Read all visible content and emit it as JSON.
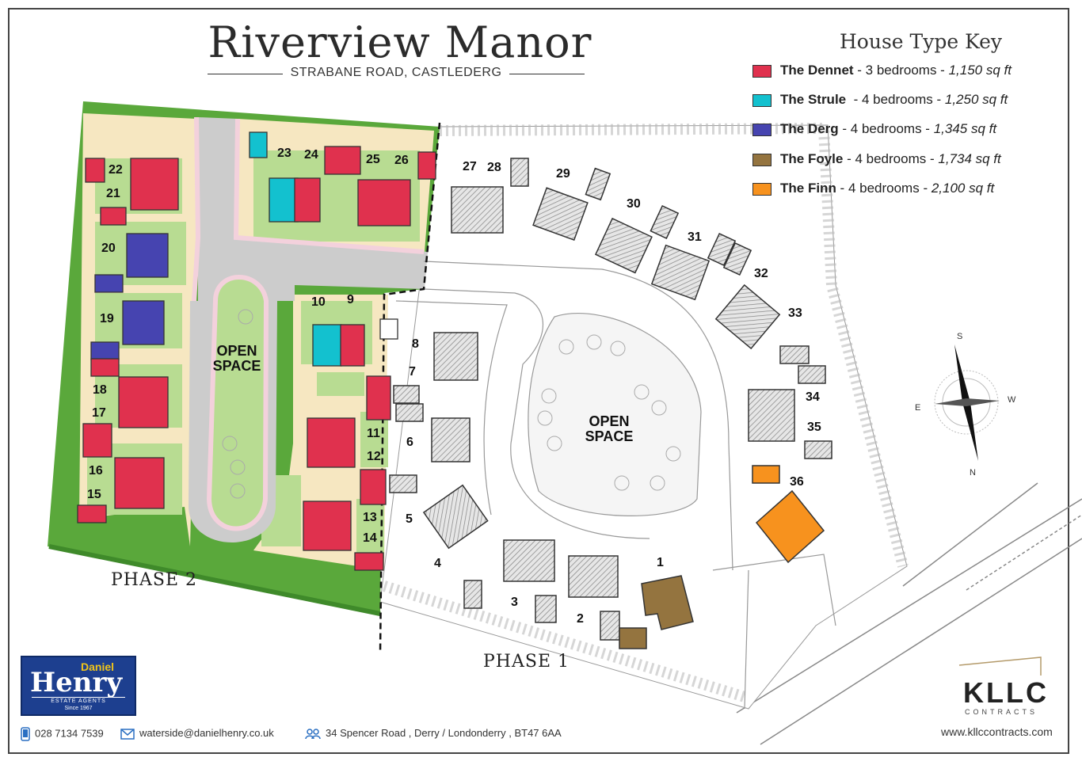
{
  "header": {
    "title": "Riverview Manor",
    "subtitle": "STRABANE ROAD, CASTLEDERG"
  },
  "key": {
    "title": "House Type Key",
    "items": [
      {
        "name": "The Dennet",
        "sep1": " - ",
        "beds": "3 bedrooms",
        "sep2": " - ",
        "area": "1,150 sq ft",
        "color": "#e0314e"
      },
      {
        "name": "The Strule",
        "sep1": "  - ",
        "beds": "4 bedrooms",
        "sep2": " - ",
        "area": "1,250 sq ft",
        "color": "#13c1cf"
      },
      {
        "name": "The Derg",
        "sep1": " - ",
        "beds": "4 bedrooms",
        "sep2": " - ",
        "area": "1,345 sq ft",
        "color": "#4644b0"
      },
      {
        "name": "The Foyle",
        "sep1": " - ",
        "beds": "4 bedrooms",
        "sep2": " - ",
        "area": "1,734 sq ft",
        "color": "#94743f"
      },
      {
        "name": "The Finn",
        "sep1": " - ",
        "beds": "4 bedrooms",
        "sep2": " - ",
        "area": "2,100 sq ft",
        "color": "#f7921e"
      }
    ]
  },
  "map": {
    "plot_numbers": [
      "1",
      "2",
      "3",
      "4",
      "5",
      "6",
      "7",
      "8",
      "9",
      "10",
      "11",
      "12",
      "13",
      "14",
      "15",
      "16",
      "17",
      "18",
      "19",
      "20",
      "21",
      "22",
      "23",
      "24",
      "25",
      "26",
      "27",
      "28",
      "29",
      "30",
      "31",
      "32",
      "33",
      "34",
      "35",
      "36"
    ],
    "open_space_label_1": "OPEN",
    "open_space_label_2": "SPACE",
    "phase_1": "PHASE 1",
    "phase_2": "PHASE 2",
    "compass": {
      "s": "S",
      "e": "E",
      "w": "W",
      "n": "N"
    },
    "colors": {
      "green_border": "#5aa83b",
      "lawn": "#b8dc92",
      "path": "#f3d1dc",
      "sand": "#f6e7c1",
      "road": "#cccccc"
    }
  },
  "footer": {
    "agent_brand_top": "Daniel",
    "agent_brand_main": "Henry",
    "agent_tagline": "ESTATE AGENTS",
    "agent_since": "Since 1967",
    "phone": "028 7134 7539",
    "email": "waterside@danielhenry.co.uk",
    "address": "34 Spencer Road , Derry / Londonderry , BT47 6AA",
    "developer_name": "KLLC",
    "developer_sub": "CONTRACTS",
    "website": "www.kllccontracts.com"
  }
}
